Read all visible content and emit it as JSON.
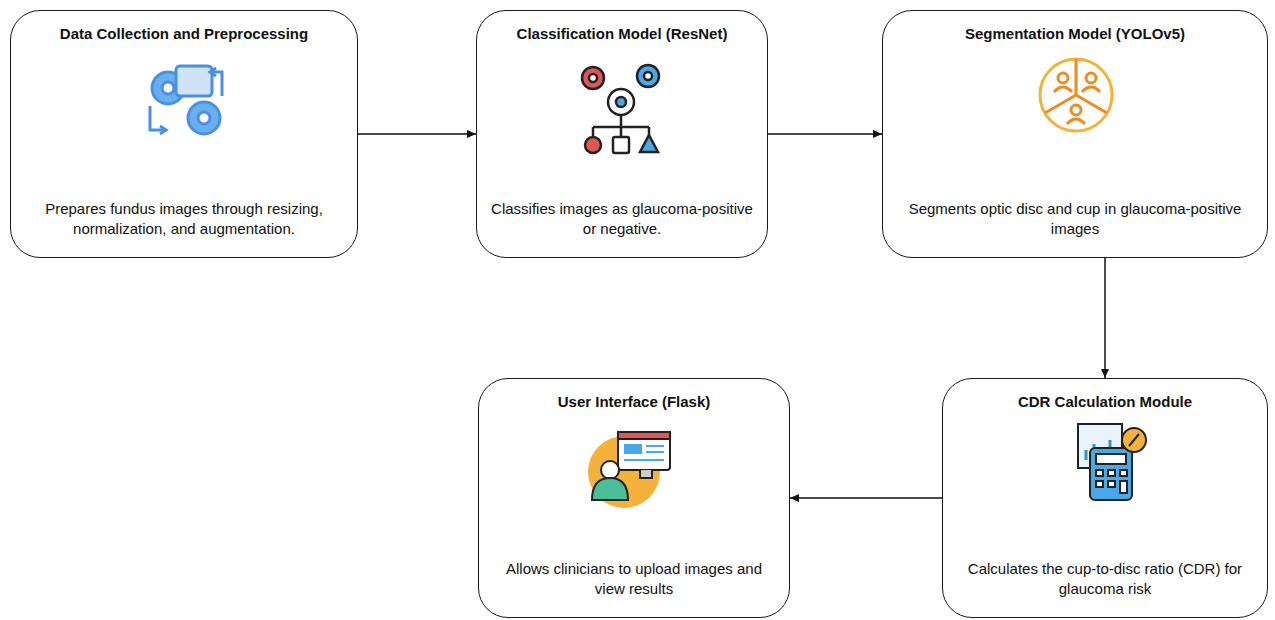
{
  "diagram": {
    "nodes": [
      {
        "text": [
          "Data Collection and Preprocessing",
          "Prepares fundus images through resizing, normalization, and augmentation."
        ]
      },
      {
        "text": [
          "Classification Model (ResNet)",
          "Classifies images as glaucoma-positive or negative."
        ]
      },
      {
        "text": [
          "Segmentation Model (YOLOv5)",
          "Segments optic disc and cup in glaucoma-positive images"
        ]
      },
      {
        "text": [
          "CDR Calculation Module",
          "Calculates the cup-to-disc ratio (CDR) for glaucoma risk"
        ]
      },
      {
        "text": [
          "User Interface (Flask)",
          "Allows clinicians to upload images and view results"
        ]
      }
    ],
    "edges": [
      {
        "from": 0,
        "to": 1,
        "arrow": "to"
      },
      {
        "from": 1,
        "to": 2,
        "arrow": "to"
      },
      {
        "from": 2,
        "to": 3,
        "arrow": "to"
      },
      {
        "from": 3,
        "to": 4,
        "arrow": "to"
      }
    ]
  }
}
